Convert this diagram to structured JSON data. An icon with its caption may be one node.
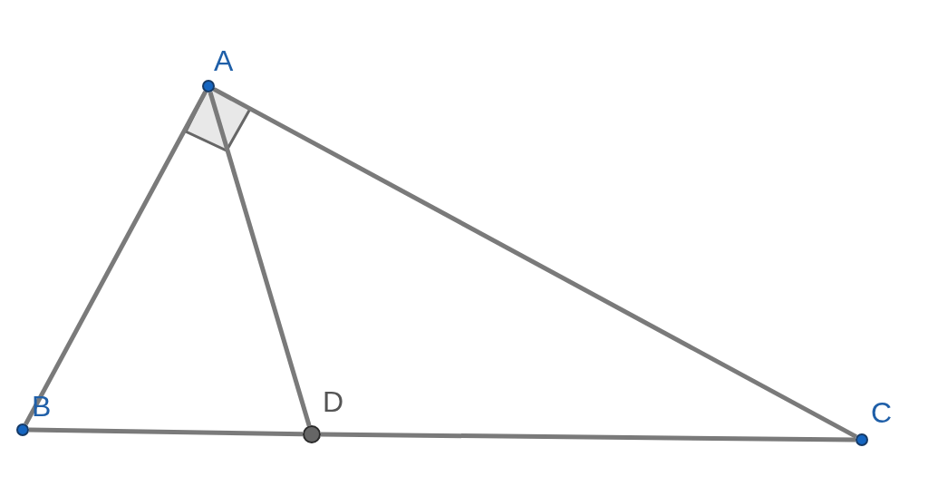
{
  "diagram": {
    "nodes": [
      {
        "text": [],
        "shape": "circle",
        "beside": [
          "A"
        ]
      },
      {
        "text": [],
        "shape": "circle",
        "beside": [
          "B"
        ]
      },
      {
        "text": [],
        "shape": "circle",
        "beside": [
          "D"
        ]
      },
      {
        "text": [],
        "shape": "circle",
        "beside": [
          "C"
        ]
      }
    ],
    "edges": [
      {
        "from": 0,
        "to": 1,
        "arrow": "none"
      },
      {
        "from": 0,
        "to": 3,
        "arrow": "none"
      },
      {
        "from": 0,
        "to": 2,
        "arrow": "none"
      },
      {
        "from": 1,
        "to": 2,
        "arrow": "none"
      },
      {
        "from": 2,
        "to": 3,
        "arrow": "none"
      }
    ]
  }
}
